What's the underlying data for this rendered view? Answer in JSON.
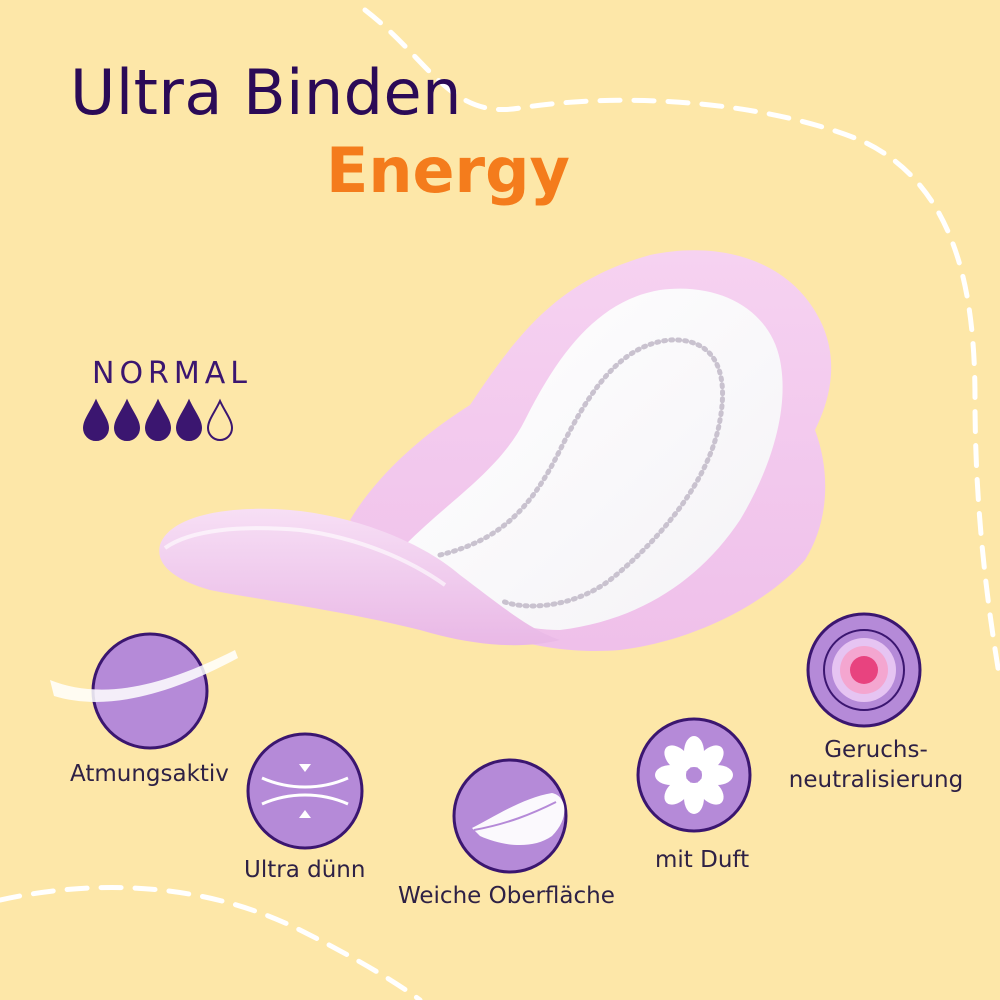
{
  "title": {
    "line1": "Ultra Binden",
    "line2": "Energy"
  },
  "absorbency": {
    "label": "NORMAL",
    "level": 4,
    "max": 5
  },
  "features": [
    {
      "label": "Atmungsaktiv",
      "icon": "breathable-wave-icon"
    },
    {
      "label": "Ultra dünn",
      "icon": "thin-compress-icon"
    },
    {
      "label": "Weiche Oberfläche",
      "icon": "feather-icon"
    },
    {
      "label": "mit Duft",
      "icon": "flower-icon"
    },
    {
      "label_line1": "Geruchs-",
      "label_line2": "neutralisierung",
      "icon": "odor-target-icon"
    }
  ],
  "colors": {
    "background": "#fde7a8",
    "title": "#2b0a57",
    "accent": "#f47c1c",
    "icon_circle": "#b58ad8",
    "icon_ring": "#3b1670",
    "pad_pink": "#f0c6ec"
  }
}
